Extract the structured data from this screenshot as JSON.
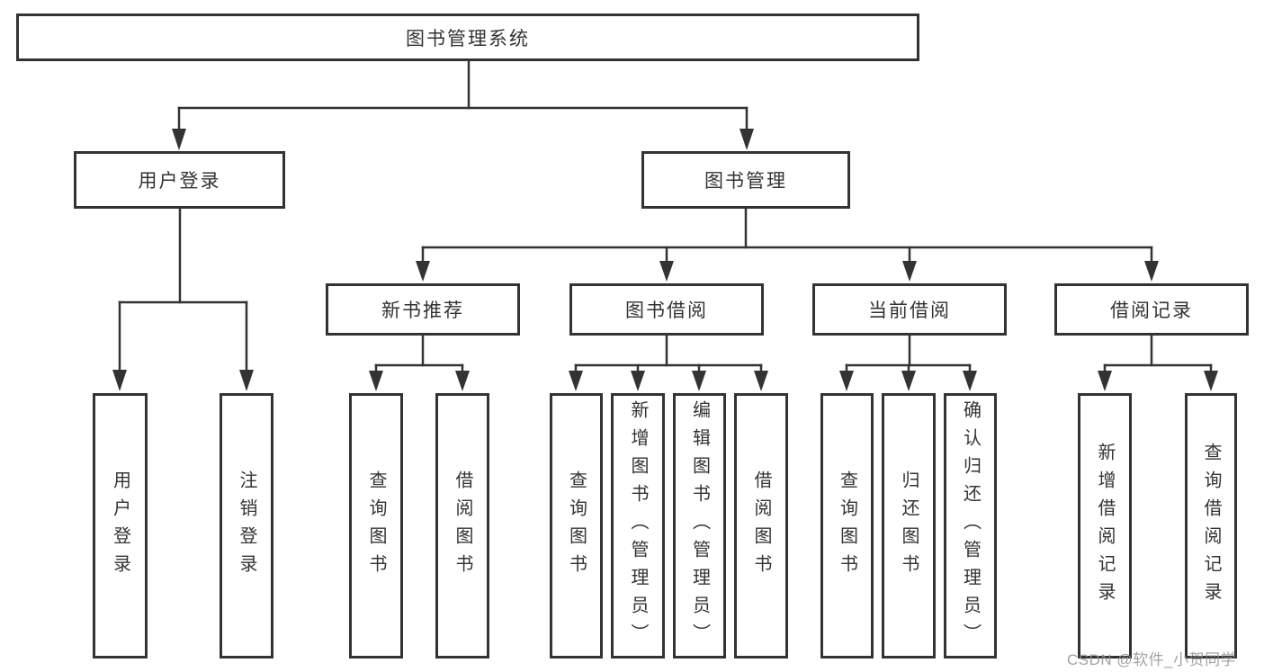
{
  "diagram": {
    "tree": {
      "label": "图书管理系统",
      "children": [
        {
          "label": "用户登录",
          "children": [
            {
              "label": "用户登录"
            },
            {
              "label": "注销登录"
            }
          ]
        },
        {
          "label": "图书管理",
          "children": [
            {
              "label": "新书推荐",
              "children": [
                {
                  "label": "查询图书"
                },
                {
                  "label": "借阅图书"
                }
              ]
            },
            {
              "label": "图书借阅",
              "children": [
                {
                  "label": "查询图书"
                },
                {
                  "label": "新增图书（管理员）"
                },
                {
                  "label": "编辑图书（管理员）"
                },
                {
                  "label": "借阅图书"
                }
              ]
            },
            {
              "label": "当前借阅",
              "children": [
                {
                  "label": "查询图书"
                },
                {
                  "label": "归还图书"
                },
                {
                  "label": "确认归还（管理员）"
                }
              ]
            },
            {
              "label": "借阅记录",
              "children": [
                {
                  "label": "新增借阅记录"
                },
                {
                  "label": "查询借阅记录"
                }
              ]
            }
          ]
        }
      ]
    },
    "colors": {
      "line": "#333333",
      "box_border": "#333333",
      "text": "#333333",
      "background": "#ffffff",
      "watermark": "#969090"
    }
  },
  "watermark": {
    "text": "CSDN @软件_小贺同学"
  }
}
